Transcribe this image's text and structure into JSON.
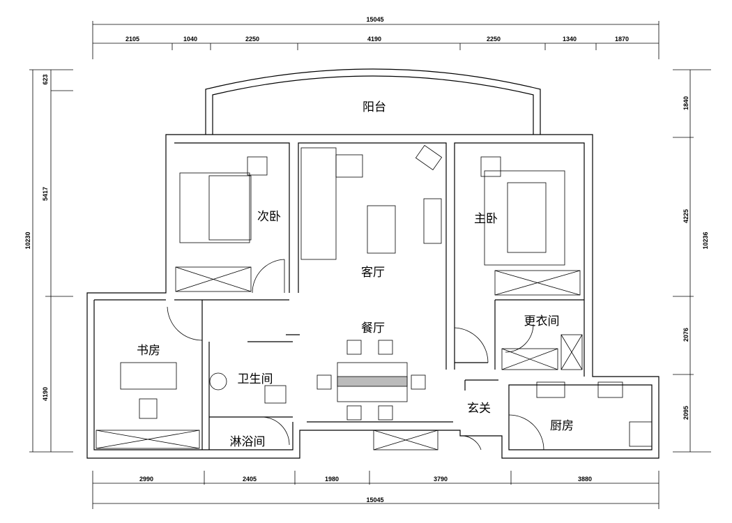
{
  "rooms": {
    "balcony": "阳台",
    "second_bedroom": "次卧",
    "living_room": "客厅",
    "master_bedroom": "主卧",
    "dining_room": "餐厅",
    "dressing_room": "更衣间",
    "study": "书房",
    "bathroom": "卫生间",
    "entrance": "玄关",
    "kitchen": "厨房",
    "shower_room": "淋浴间"
  },
  "dimensions": {
    "top_total": "15045",
    "top": [
      "2105",
      "1040",
      "2250",
      "4190",
      "2250",
      "1340",
      "1870"
    ],
    "bottom": [
      "2990",
      "2405",
      "1980",
      "3790",
      "3880"
    ],
    "bottom_total": "15045",
    "left": [
      "623",
      "5417",
      "4190"
    ],
    "left_total": "10230",
    "right": [
      "1840",
      "4225",
      "2076",
      "2095"
    ],
    "right_total": "10236"
  }
}
